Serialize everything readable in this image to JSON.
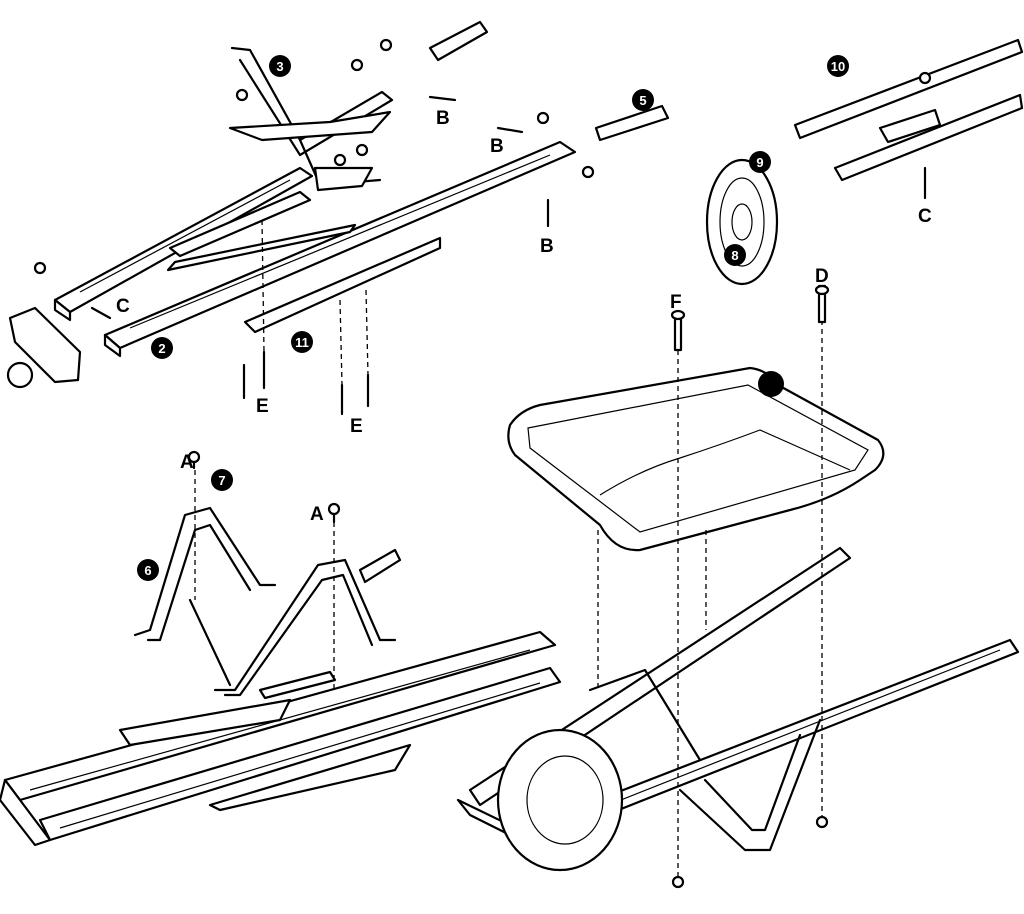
{
  "letter_labels": [
    "A",
    "A",
    "B",
    "B",
    "B",
    "C",
    "C",
    "D",
    "E",
    "E",
    "F"
  ],
  "part_numbers": [
    "3",
    "5",
    "9",
    "8",
    "10",
    "2",
    "11",
    "7",
    "6"
  ]
}
